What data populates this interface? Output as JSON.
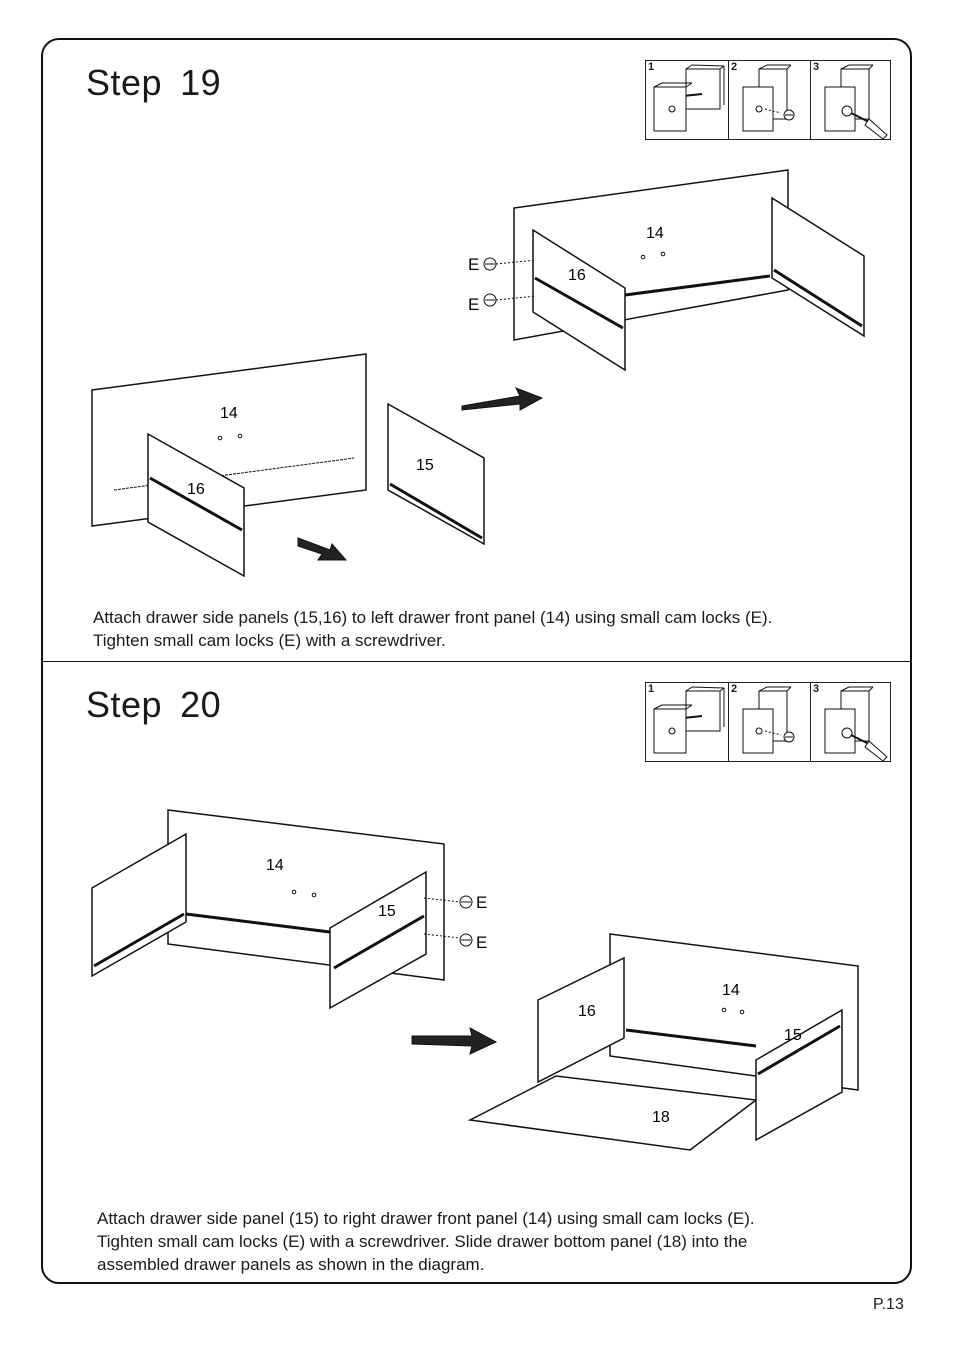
{
  "steps": [
    {
      "label": "Step",
      "number": "19",
      "instructions": [
        "Attach drawer side panels (15,16) to left drawer front panel (14) using small cam locks (E).",
        "Tighten small cam locks (E) with a screwdriver."
      ],
      "inset_numbers": [
        "1",
        "2",
        "3"
      ],
      "parts": {
        "front": "14",
        "side_left": "16",
        "side_right": "15",
        "hardware": "E"
      }
    },
    {
      "label": "Step",
      "number": "20",
      "instructions": [
        "Attach drawer side panel (15) to right drawer front panel (14) using small cam locks (E).",
        "Tighten small cam locks (E) with a screwdriver. Slide  drawer bottom panel (18) into the",
        "assembled drawer panels as shown in the diagram."
      ],
      "inset_numbers": [
        "1",
        "2",
        "3"
      ],
      "parts": {
        "front": "14",
        "side_left": "16",
        "side_right": "15",
        "hardware": "E",
        "bottom": "18"
      }
    }
  ],
  "page_number": "P.13",
  "icons": [
    "cam-lock-icon",
    "screwdriver-icon",
    "arrow-icon"
  ],
  "colors": {
    "line": "#111111",
    "panel": "#ffffff",
    "text": "#1a1a1a"
  }
}
